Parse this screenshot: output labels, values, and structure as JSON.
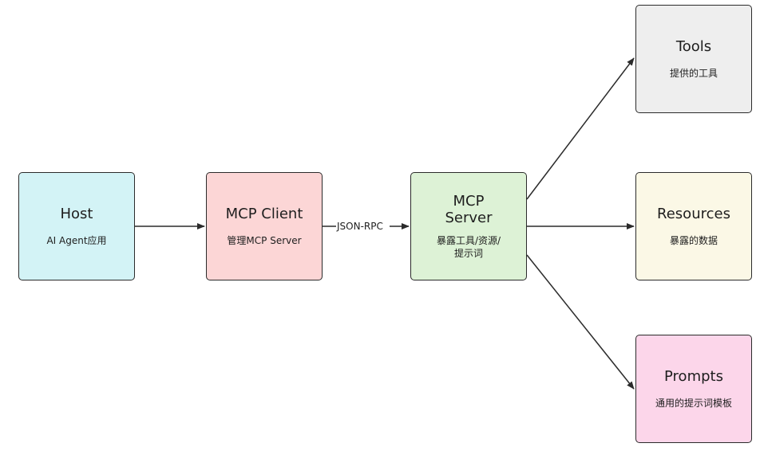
{
  "nodes": {
    "host": {
      "title": "Host",
      "desc": "AI Agent应用",
      "color": "#d3f3f6"
    },
    "client": {
      "title": "MCP Client",
      "desc": "管理MCP Server",
      "color": "#fcd6d6"
    },
    "server": {
      "title_line1": "MCP",
      "title_line2": "Server",
      "desc_line1": "暴露工具/资源/",
      "desc_line2": "提示词",
      "color": "#ddf2d6"
    },
    "tools": {
      "title": "Tools",
      "desc": "提供的工具",
      "color": "#eeeeee"
    },
    "resources": {
      "title": "Resources",
      "desc": "暴露的数据",
      "color": "#fbf8e6"
    },
    "prompts": {
      "title": "Prompts",
      "desc": "通用的提示词模板",
      "color": "#fcd6ea"
    }
  },
  "edges": {
    "client_to_server_label": "JSON-RPC"
  }
}
